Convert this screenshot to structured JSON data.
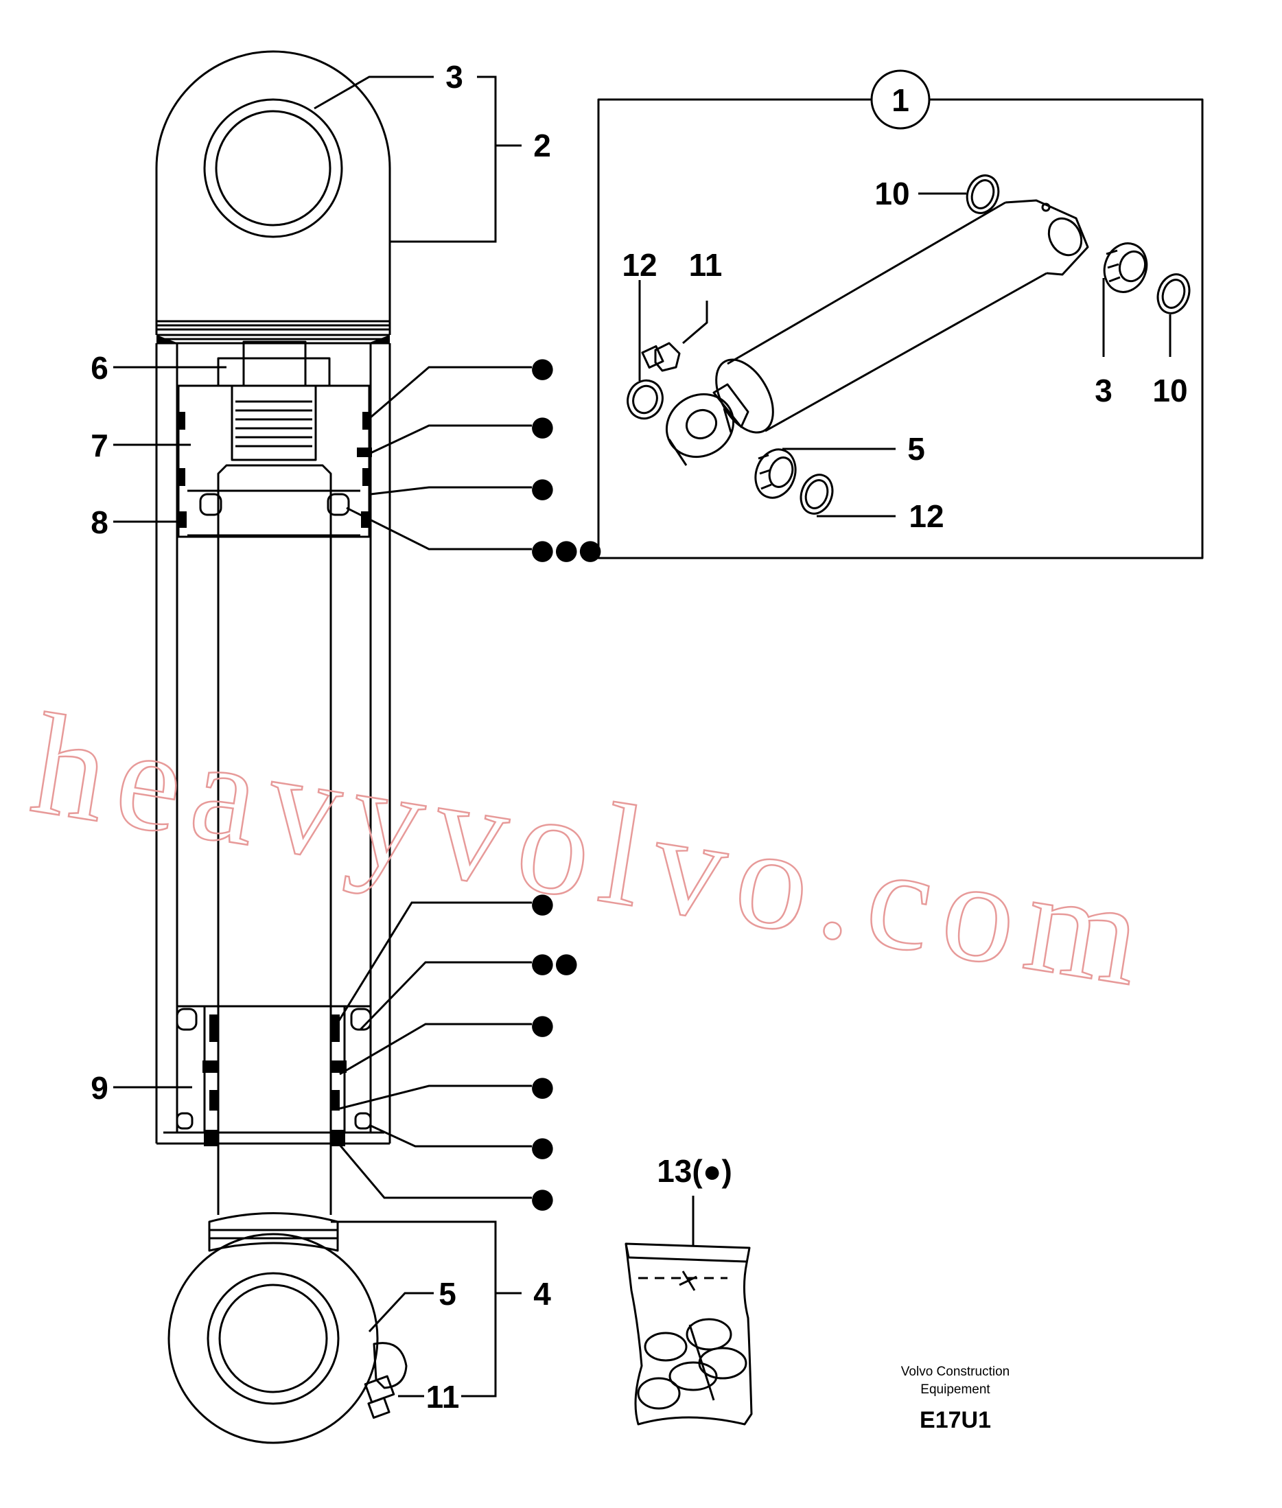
{
  "callouts": {
    "c1": "1",
    "c2": "2",
    "c3": "3",
    "c3b": "3",
    "c4": "4",
    "c5": "5",
    "c5b": "5",
    "c6": "6",
    "c7": "7",
    "c8": "8",
    "c9": "9",
    "c10a": "10",
    "c10b": "10",
    "c11": "11",
    "c11b": "11",
    "c12a": "12",
    "c12b": "12",
    "c13": "13(●)"
  },
  "seal_markers": {
    "m1": "●",
    "m2": "●",
    "m3": "●",
    "m4": "●●●",
    "m5": "●",
    "m6": "●●",
    "m7": "●",
    "m8": "●",
    "m9": "●",
    "m10": "●"
  },
  "footer": {
    "company_line1": "Volvo Construction",
    "company_line2": "Equipement",
    "code": "E17U1"
  },
  "watermark": "heavyvolvo.com"
}
